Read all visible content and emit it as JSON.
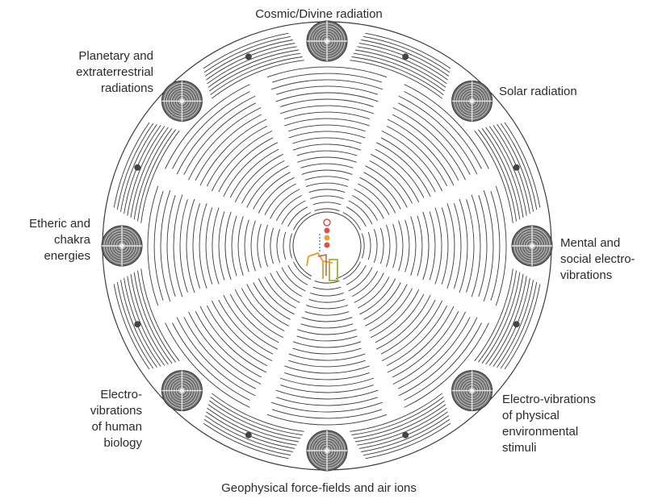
{
  "labels": {
    "top": [
      "Cosmic/Divine radiation"
    ],
    "top_left": [
      "Planetary and",
      "extraterrestrial",
      "radiations"
    ],
    "top_right": [
      "Solar radiation"
    ],
    "left": [
      "Etheric and",
      "chakra",
      "energies"
    ],
    "right": [
      "Mental and",
      "social electro-",
      "vibrations"
    ],
    "bottom_left": [
      "Electro-",
      "vibrations",
      "of human",
      "biology"
    ],
    "bottom_right": [
      "Electro-vibrations",
      "of physical",
      "environmental",
      "stimuli"
    ],
    "bottom": [
      "Geophysical force-fields and air ions"
    ]
  },
  "colors": {
    "line": "#3a3a3a",
    "node_fill": "#6e6e6e",
    "figure_red": "#d9534f",
    "figure_blue": "#4a90d9",
    "figure_orange": "#e8a33d",
    "figure_green": "#a8b84a"
  }
}
